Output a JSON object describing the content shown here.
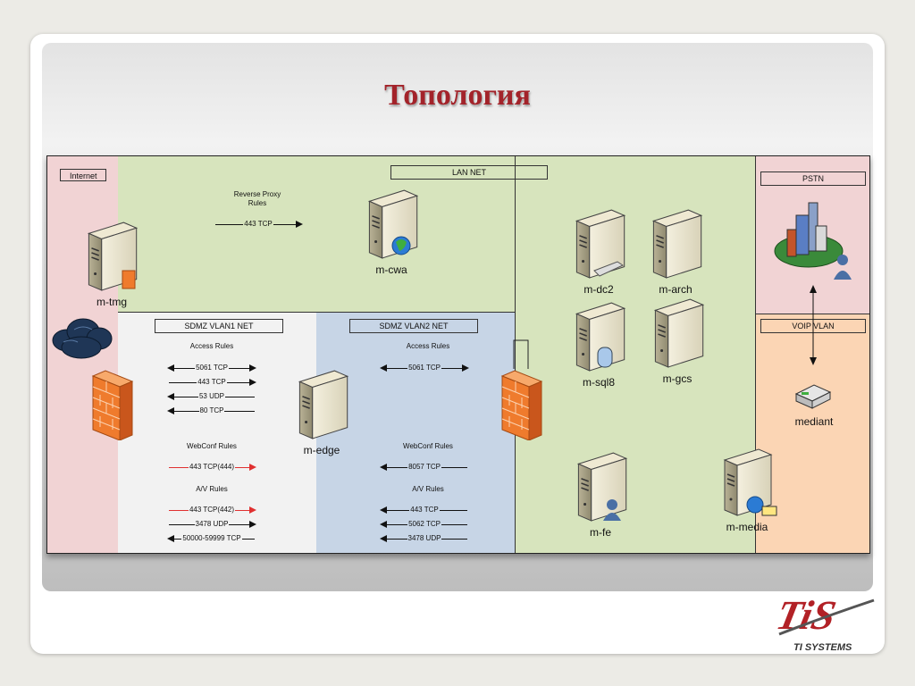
{
  "slide_title": "Топология",
  "zones": {
    "internet": "Internet",
    "lan": "LAN NET",
    "pstn": "PSTN",
    "voip": "VOIP VLAN",
    "vlan1": "SDMZ VLAN1 NET",
    "vlan2": "SDMZ VLAN2 NET"
  },
  "reverse_proxy": {
    "title": "Reverse Proxy\nRules",
    "rule": "443 TCP"
  },
  "vlan1": {
    "access_title": "Access Rules",
    "access_rules": [
      "5061 TCP",
      "443 TCP",
      "53 UDP",
      "80 TCP"
    ],
    "webconf_title": "WebConf Rules",
    "webconf_rules": [
      "443 TCP(444)"
    ],
    "av_title": "A/V Rules",
    "av_rules": [
      "443 TCP(442)",
      "3478 UDP",
      "50000-59999 TCP"
    ]
  },
  "vlan2": {
    "access_title": "Access Rules",
    "access_rules": [
      "5061 TCP"
    ],
    "webconf_title": "WebConf Rules",
    "webconf_rules": [
      "8057  TCP"
    ],
    "av_title": "A/V Rules",
    "av_rules": [
      "443  TCP",
      "5062  TCP",
      "3478  UDP"
    ]
  },
  "nodes": {
    "tmg": "m-tmg",
    "cwa": "m-cwa",
    "edge": "m-edge",
    "dc2": "m-dc2",
    "arch": "m-arch",
    "sql8": "m-sql8",
    "gcs": "m-gcs",
    "fe": "m-fe",
    "media": "m-media",
    "mediant": "mediant"
  },
  "logo": {
    "brand": "TiS",
    "caption": "TI SYSTEMS"
  },
  "colors": {
    "title": "#a3232a",
    "internet": "#f1d3d4",
    "lan": "#d7e4bd",
    "vlan1": "#f2f2f2",
    "vlan2": "#c7d5e6",
    "voip": "#fbd5b4",
    "red_rule": "#e03030"
  }
}
